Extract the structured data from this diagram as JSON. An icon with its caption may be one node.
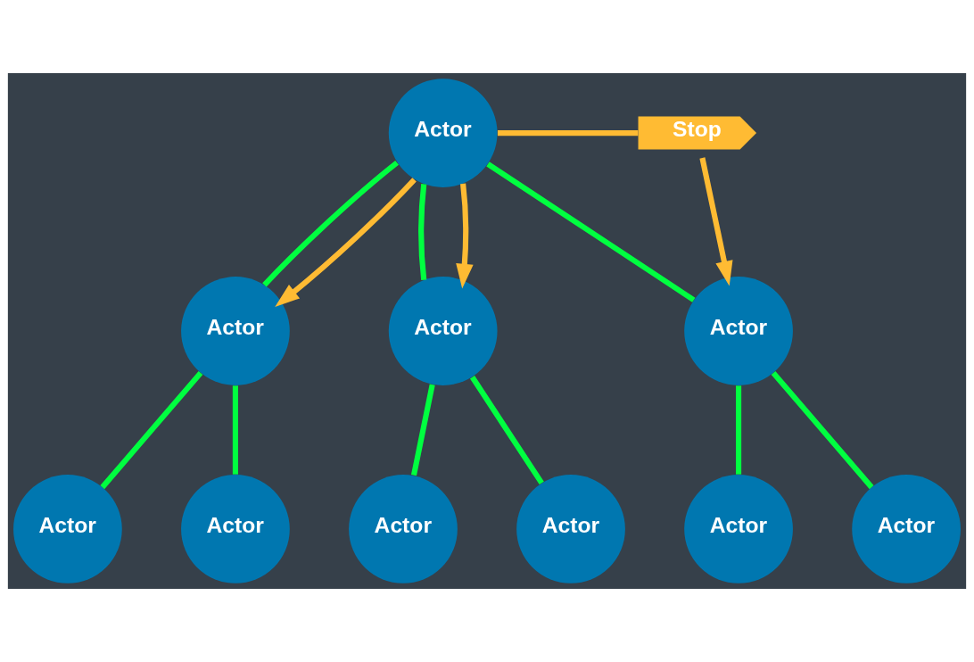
{
  "diagram": {
    "nodes": [
      {
        "text": [
          "Actor"
        ]
      },
      {
        "text": [
          "Stop"
        ]
      },
      {
        "text": [
          "Actor"
        ]
      },
      {
        "text": [
          "Actor"
        ]
      },
      {
        "text": [
          "Actor"
        ]
      },
      {
        "text": [
          "Actor"
        ]
      },
      {
        "text": [
          "Actor"
        ]
      },
      {
        "text": [
          "Actor"
        ]
      },
      {
        "text": [
          "Actor"
        ]
      },
      {
        "text": [
          "Actor"
        ]
      },
      {
        "text": [
          "Actor"
        ]
      }
    ],
    "edges": [
      {
        "from": 0,
        "to": 2,
        "arrow": "none"
      },
      {
        "from": 0,
        "to": 3,
        "arrow": "none"
      },
      {
        "from": 0,
        "to": 4,
        "arrow": "none"
      },
      {
        "from": 2,
        "to": 5,
        "arrow": "none"
      },
      {
        "from": 2,
        "to": 6,
        "arrow": "none"
      },
      {
        "from": 3,
        "to": 7,
        "arrow": "none"
      },
      {
        "from": 3,
        "to": 8,
        "arrow": "none"
      },
      {
        "from": 4,
        "to": 9,
        "arrow": "none"
      },
      {
        "from": 4,
        "to": 10,
        "arrow": "none"
      },
      {
        "from": 0,
        "to": 2,
        "arrow": "to",
        "color": "#ffbb33"
      },
      {
        "from": 0,
        "to": 3,
        "arrow": "to",
        "color": "#ffbb33"
      },
      {
        "from": 0,
        "to": 1,
        "arrow": "none",
        "color": "#ffbb33"
      },
      {
        "from": 1,
        "to": 4,
        "arrow": "to",
        "color": "#ffbb33"
      }
    ]
  }
}
